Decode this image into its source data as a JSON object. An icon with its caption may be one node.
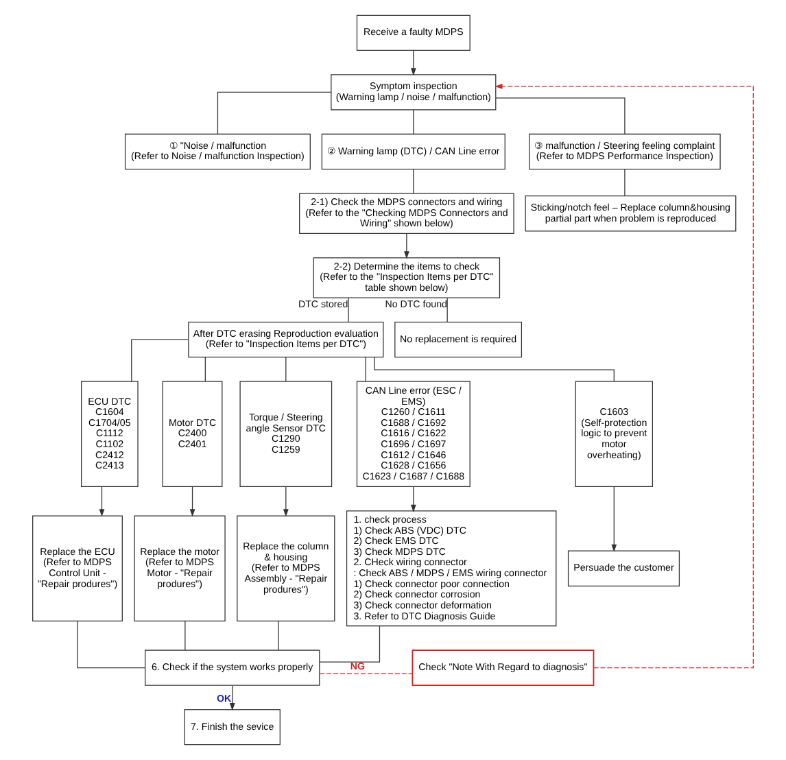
{
  "diagram": {
    "nodes": [
      {
        "text": [
          "Receive a faulty MDPS"
        ]
      },
      {
        "text": [
          "Symptom inspection",
          "(Warning lamp / noise / malfunction)"
        ]
      },
      {
        "text": [
          "① \"Noise / malfunction",
          "(Refer to Noise / malfunction Inspection)"
        ]
      },
      {
        "text": [
          "② Warning lamp (DTC) / CAN Line error"
        ]
      },
      {
        "text": [
          "③ malfunction / Steering feeling complaint",
          "(Refer to MDPS Performance Inspection)"
        ]
      },
      {
        "text": [
          "2-1) Check the MDPS connectors and wiring",
          "(Refer to the \"Checking MDPS Connectors and Wiring\" shown below)"
        ]
      },
      {
        "text": [
          "Sticking/notch feel – Replace column&housing partial part when problem is reproduced"
        ]
      },
      {
        "text": [
          "2-2) Determine the items to check",
          "(Refer to the \"Inspection Items per DTC\" table shown below)"
        ]
      },
      {
        "text": [
          "After DTC erasing Reproduction evaluation",
          "(Refer to \"Inspection Items per DTC\")"
        ]
      },
      {
        "text": [
          "No replacement is required"
        ]
      },
      {
        "text": [
          "ECU DTC",
          "C1604",
          "C1704/05",
          "C1112",
          "C1102",
          "C2412",
          "C2413"
        ]
      },
      {
        "text": [
          "Motor DTC",
          "C2400",
          "C2401"
        ]
      },
      {
        "text": [
          "Torque / Steering angle Sensor DTC",
          "C1290",
          "C1259"
        ]
      },
      {
        "text": [
          "CAN Line error (ESC / EMS)",
          "C1260 / C1611",
          "C1688 / C1692",
          "C1616 / C1622",
          "C1696 / C1697",
          "C1612 / C1646",
          "C1628 / C1656",
          "C1623 / C1687 / C1688"
        ]
      },
      {
        "text": [
          "C1603",
          "(Self-protection logic to prevent motor overheating)"
        ]
      },
      {
        "text": [
          "Replace the ECU",
          "(Refer to MDPS Control Unit - \"Repair produres\")"
        ]
      },
      {
        "text": [
          "Replace the motor",
          "(Refer to MDPS Motor - \"Repair produres\")"
        ]
      },
      {
        "text": [
          "Replace the column & housing",
          "(Refer to MDPS Assembly - \"Repair produres\")"
        ]
      },
      {
        "text": [
          "1. check process",
          "1) Check ABS (VDC) DTC",
          "2) Check EMS DTC",
          "3) Check MDPS DTC",
          "2. CHeck wiring connector",
          ": Check ABS / MDPS / EMS wiring connector",
          "1) Check connector poor connection",
          "2) Check connector corrosion",
          "3) Check connector deformation",
          "3. Refer to DTC Diagnosis Guide"
        ]
      },
      {
        "text": [
          "Persuade the customer"
        ]
      },
      {
        "text": [
          "6. Check if the system works properly"
        ]
      },
      {
        "text": [
          "Check \"Note With Regard to diagnosis\""
        ]
      },
      {
        "text": [
          "7. Finish the sevice"
        ]
      }
    ],
    "edges": [
      {
        "from": 0,
        "to": 1,
        "arrow": "to"
      },
      {
        "from": 1,
        "to": 2,
        "arrow": "none"
      },
      {
        "from": 1,
        "to": 3,
        "arrow": "none"
      },
      {
        "from": 1,
        "to": 4,
        "arrow": "none"
      },
      {
        "from": 3,
        "to": 5,
        "arrow": "none"
      },
      {
        "from": 4,
        "to": 6,
        "arrow": "none"
      },
      {
        "from": 5,
        "to": 7,
        "arrow": "to"
      },
      {
        "from": 7,
        "to": 8,
        "arrow": "none",
        "label": "DTC stored"
      },
      {
        "from": 7,
        "to": 9,
        "arrow": "none",
        "label": "No DTC found"
      },
      {
        "from": 8,
        "to": 10,
        "arrow": "none"
      },
      {
        "from": 8,
        "to": 11,
        "arrow": "none"
      },
      {
        "from": 8,
        "to": 12,
        "arrow": "none"
      },
      {
        "from": 8,
        "to": 13,
        "arrow": "none"
      },
      {
        "from": 8,
        "to": 14,
        "arrow": "none"
      },
      {
        "from": 10,
        "to": 15,
        "arrow": "to"
      },
      {
        "from": 11,
        "to": 16,
        "arrow": "to"
      },
      {
        "from": 12,
        "to": 17,
        "arrow": "to"
      },
      {
        "from": 13,
        "to": 18,
        "arrow": "to"
      },
      {
        "from": 14,
        "to": 19,
        "arrow": "to"
      },
      {
        "from": 15,
        "to": 20,
        "arrow": "none"
      },
      {
        "from": 16,
        "to": 20,
        "arrow": "none"
      },
      {
        "from": 17,
        "to": 20,
        "arrow": "none"
      },
      {
        "from": 18,
        "to": 20,
        "arrow": "none"
      },
      {
        "from": 20,
        "to": 21,
        "arrow": "none",
        "label": "NG",
        "style": "dashed",
        "color": "#e02020"
      },
      {
        "from": 21,
        "to": 1,
        "arrow": "to",
        "style": "dashed",
        "color": "#e02020"
      },
      {
        "from": 20,
        "to": 22,
        "arrow": "to",
        "label": "OK"
      }
    ]
  }
}
